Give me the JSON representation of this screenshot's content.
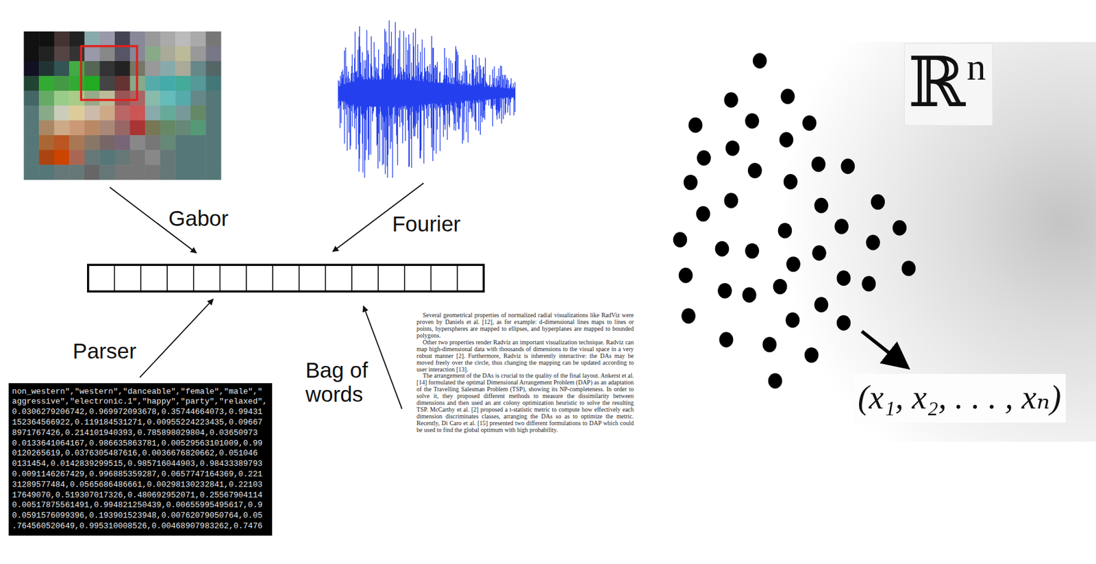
{
  "diagram": {
    "nodes": [
      {
        "text": [
          "non_western\",\"western\",\"danceable\",\"female\",\"male\",\"",
          "aggressive\",\"electronic.1\",\"happy\",\"party\",\"relaxed\",",
          "0.0306279206742,0.969972093678,0.35744664073,0.99431",
          "152364566922,0.119184531271,0.00955224223435,0.09667",
          "8971767426,0.214101940393,0.785898029804,0.03650973",
          "0.0133641064167,0.986635863781,0.00529563101009,0.99",
          "0120265619,0.0376305487616,0.0036676820662,0.051046",
          "0131454,0.0142839299515,0.985716044903,0.98433389793",
          "0.0091146267429,0.996885359287,0.0657747164369,0.221",
          "31289577484,0.0565686486661,0.00298130232841,0.22103",
          "17649070,0.519307017326,0.480692952071,0.25567904114",
          "0.00517875561491,0.994821250439,0.00655995495617,0.9",
          "0.0591576099396,0.193901523948,0.00762079050764,0.05",
          ".764560520649,0.995310008526,0.00468907983262,0.7476"
        ]
      },
      {
        "text": [
          "ℝ",
          "n"
        ]
      },
      {
        "text": [
          "(x₁, x₂, . . . , xₙ)"
        ]
      }
    ],
    "labels": [
      "Gabor",
      "Fourier",
      "Parser",
      "Bag of words",
      "Several geometrical properties of normalized radial visualizations like RadViz were proven by Daniels et al. [12], as for example: d-dimensional lines maps to lines or points, hyperspheres are mapped to ellipses, and hyperplanes are mapped to bounded polygons.",
      "Other two properties render Radviz an important visualization technique. Radviz can map high-dimensional data with thousands of dimensions to the visual space in a very robust manner [2]. Furthermore, Radviz is inherently interactive: the DAs may be moved freely over the circle, thus changing the mapping can be updated according to user interaction [13].",
      "The arrangement of the DAs is crucial to the quality of the final layout. Ankerst et al. [14] formulated the optimal Dimensional Arrangement Problem (DAP) as an adaptation of the Travelling Salesman Problem (TSP), showing its NP-completeness. In order to solve it, they proposed different methods to measure the dissimilarity between dimensions and then used an ant colony optimization heuristic to solve the resulting TSP. McCarthy et al. [2] proposed a t-statistic metric to compute how effectively each dimension discriminates classes, arranging the DAs so as to optimize the metric. Recently, Di Caro et al. [15] presented two different formulations to DAP which could be used to find the global optimum with high probability."
    ]
  }
}
